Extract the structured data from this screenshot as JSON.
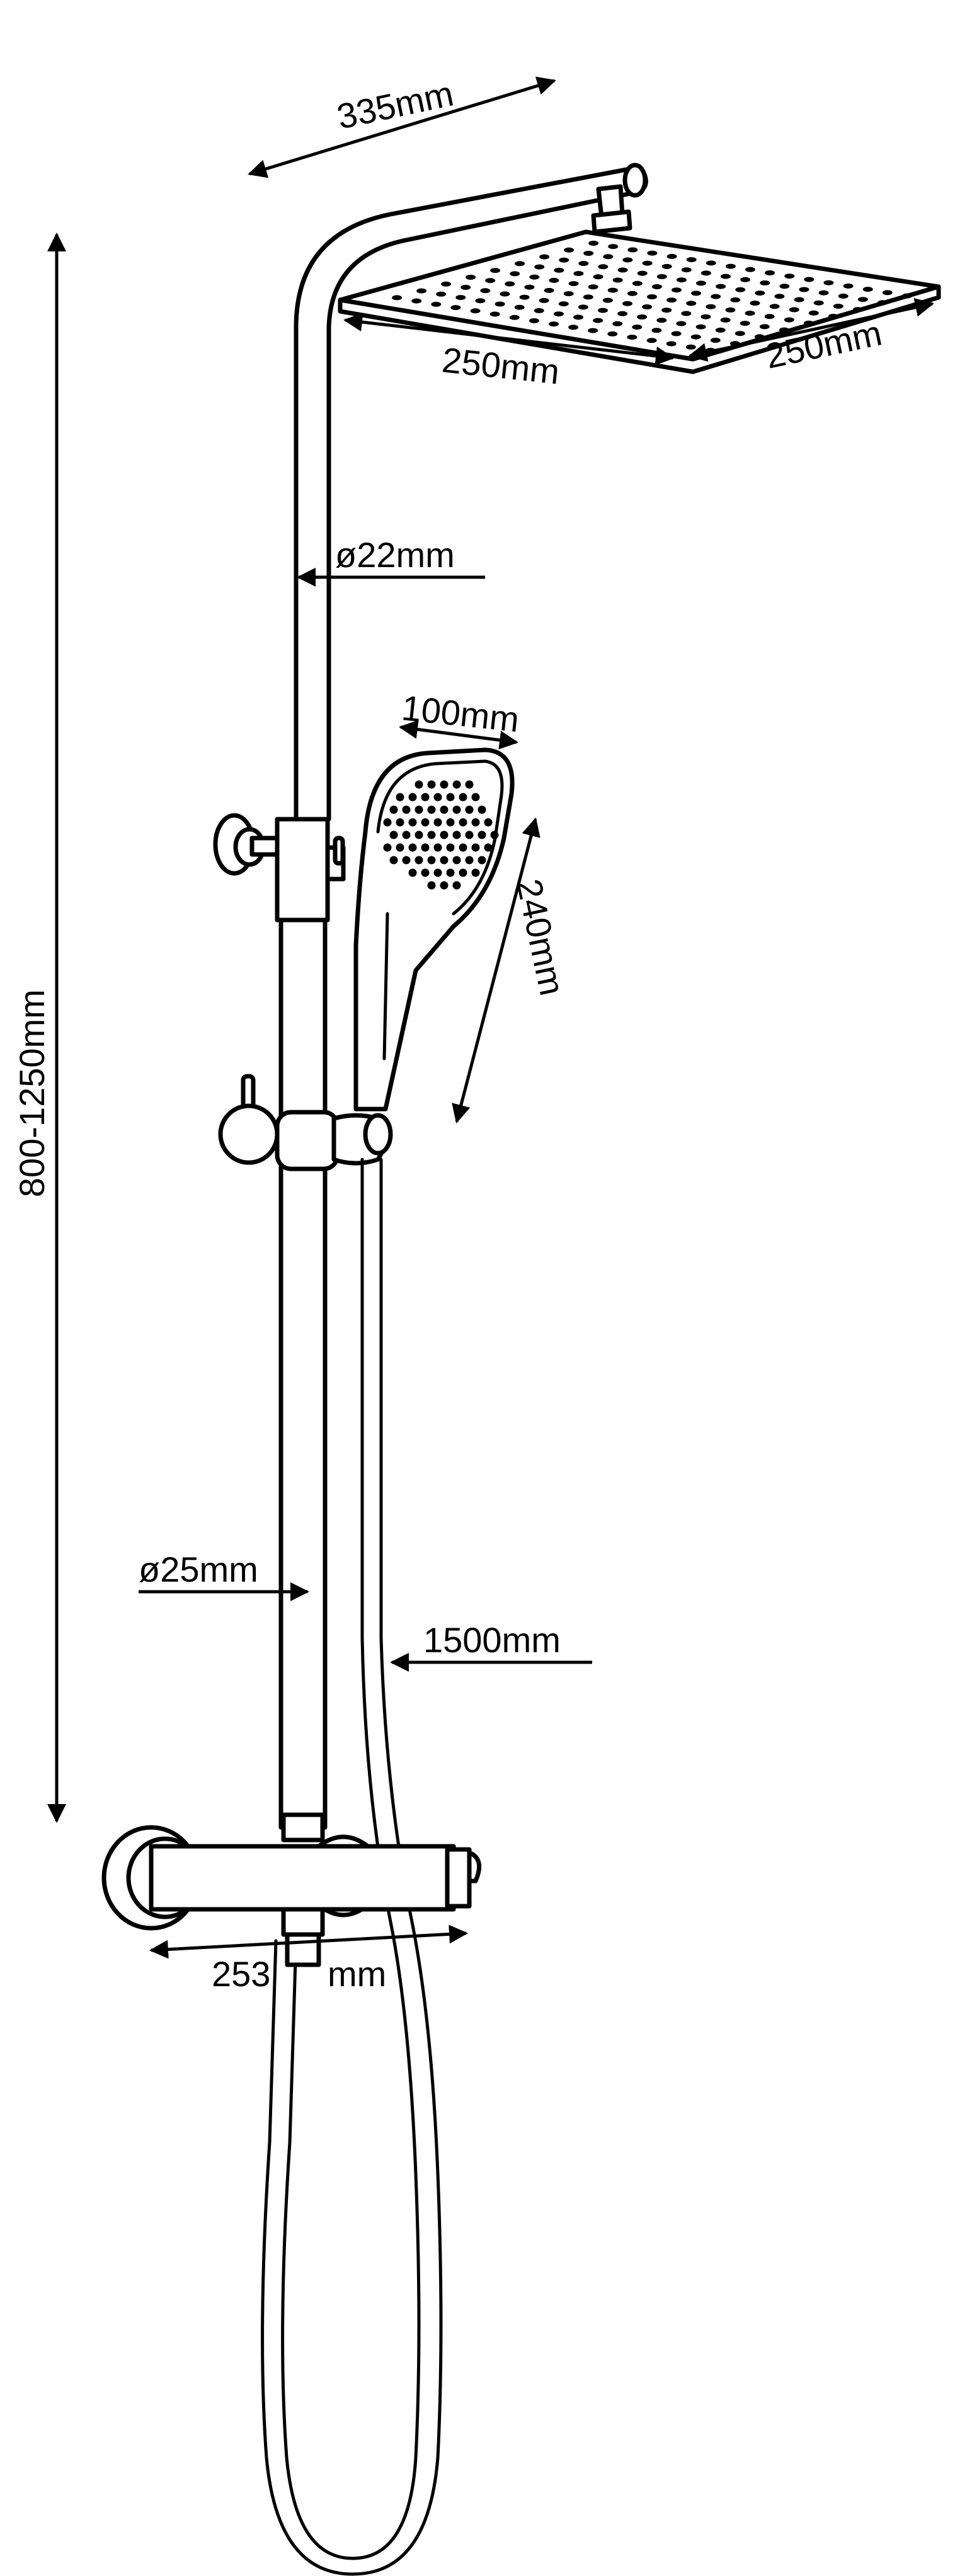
{
  "labels": {
    "arm_length": "335mm",
    "head_width": "250mm",
    "head_depth": "250mm",
    "upper_pipe": "ø22mm",
    "hand_width": "100mm",
    "hand_length": "240mm",
    "height_range": "800-1250mm",
    "lower_pipe": "ø25mm",
    "hose_length": "1500mm",
    "mixer_width_num": "253",
    "mixer_width_unit": "mm"
  },
  "colors": {
    "line": "#000000",
    "background": "#ffffff"
  }
}
